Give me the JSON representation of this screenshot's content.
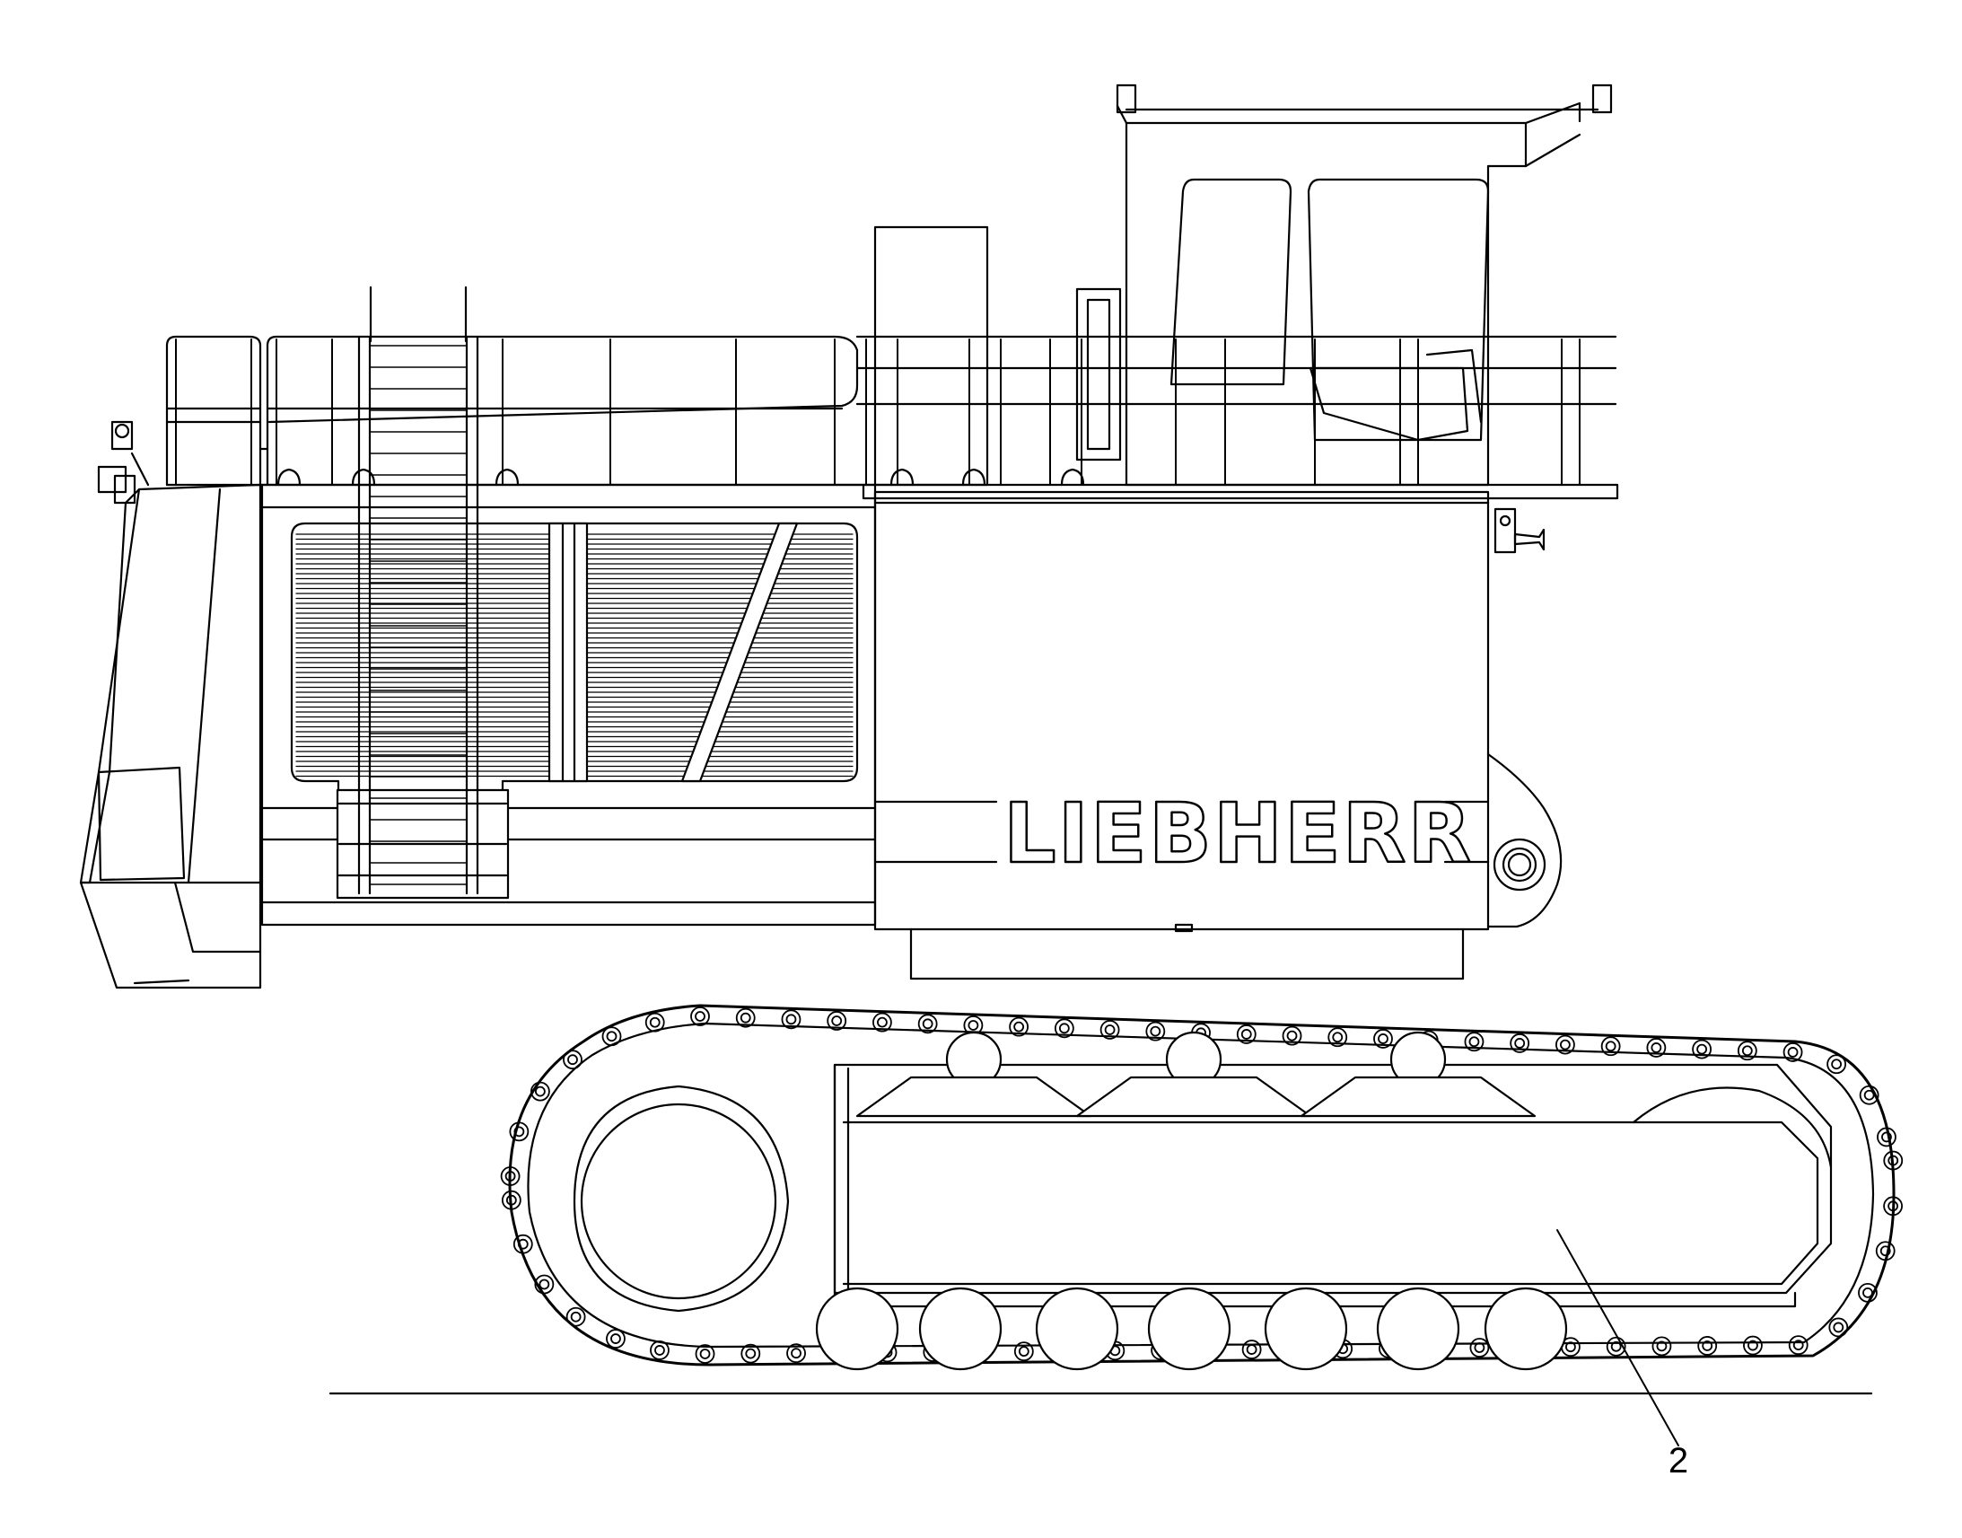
{
  "drawing": {
    "brand_logo": "LIEBHERR",
    "callouts": [
      {
        "label": "2",
        "target": "crawler-track-frame"
      }
    ],
    "colors": {
      "line": "#000000",
      "background": "#ffffff"
    }
  }
}
